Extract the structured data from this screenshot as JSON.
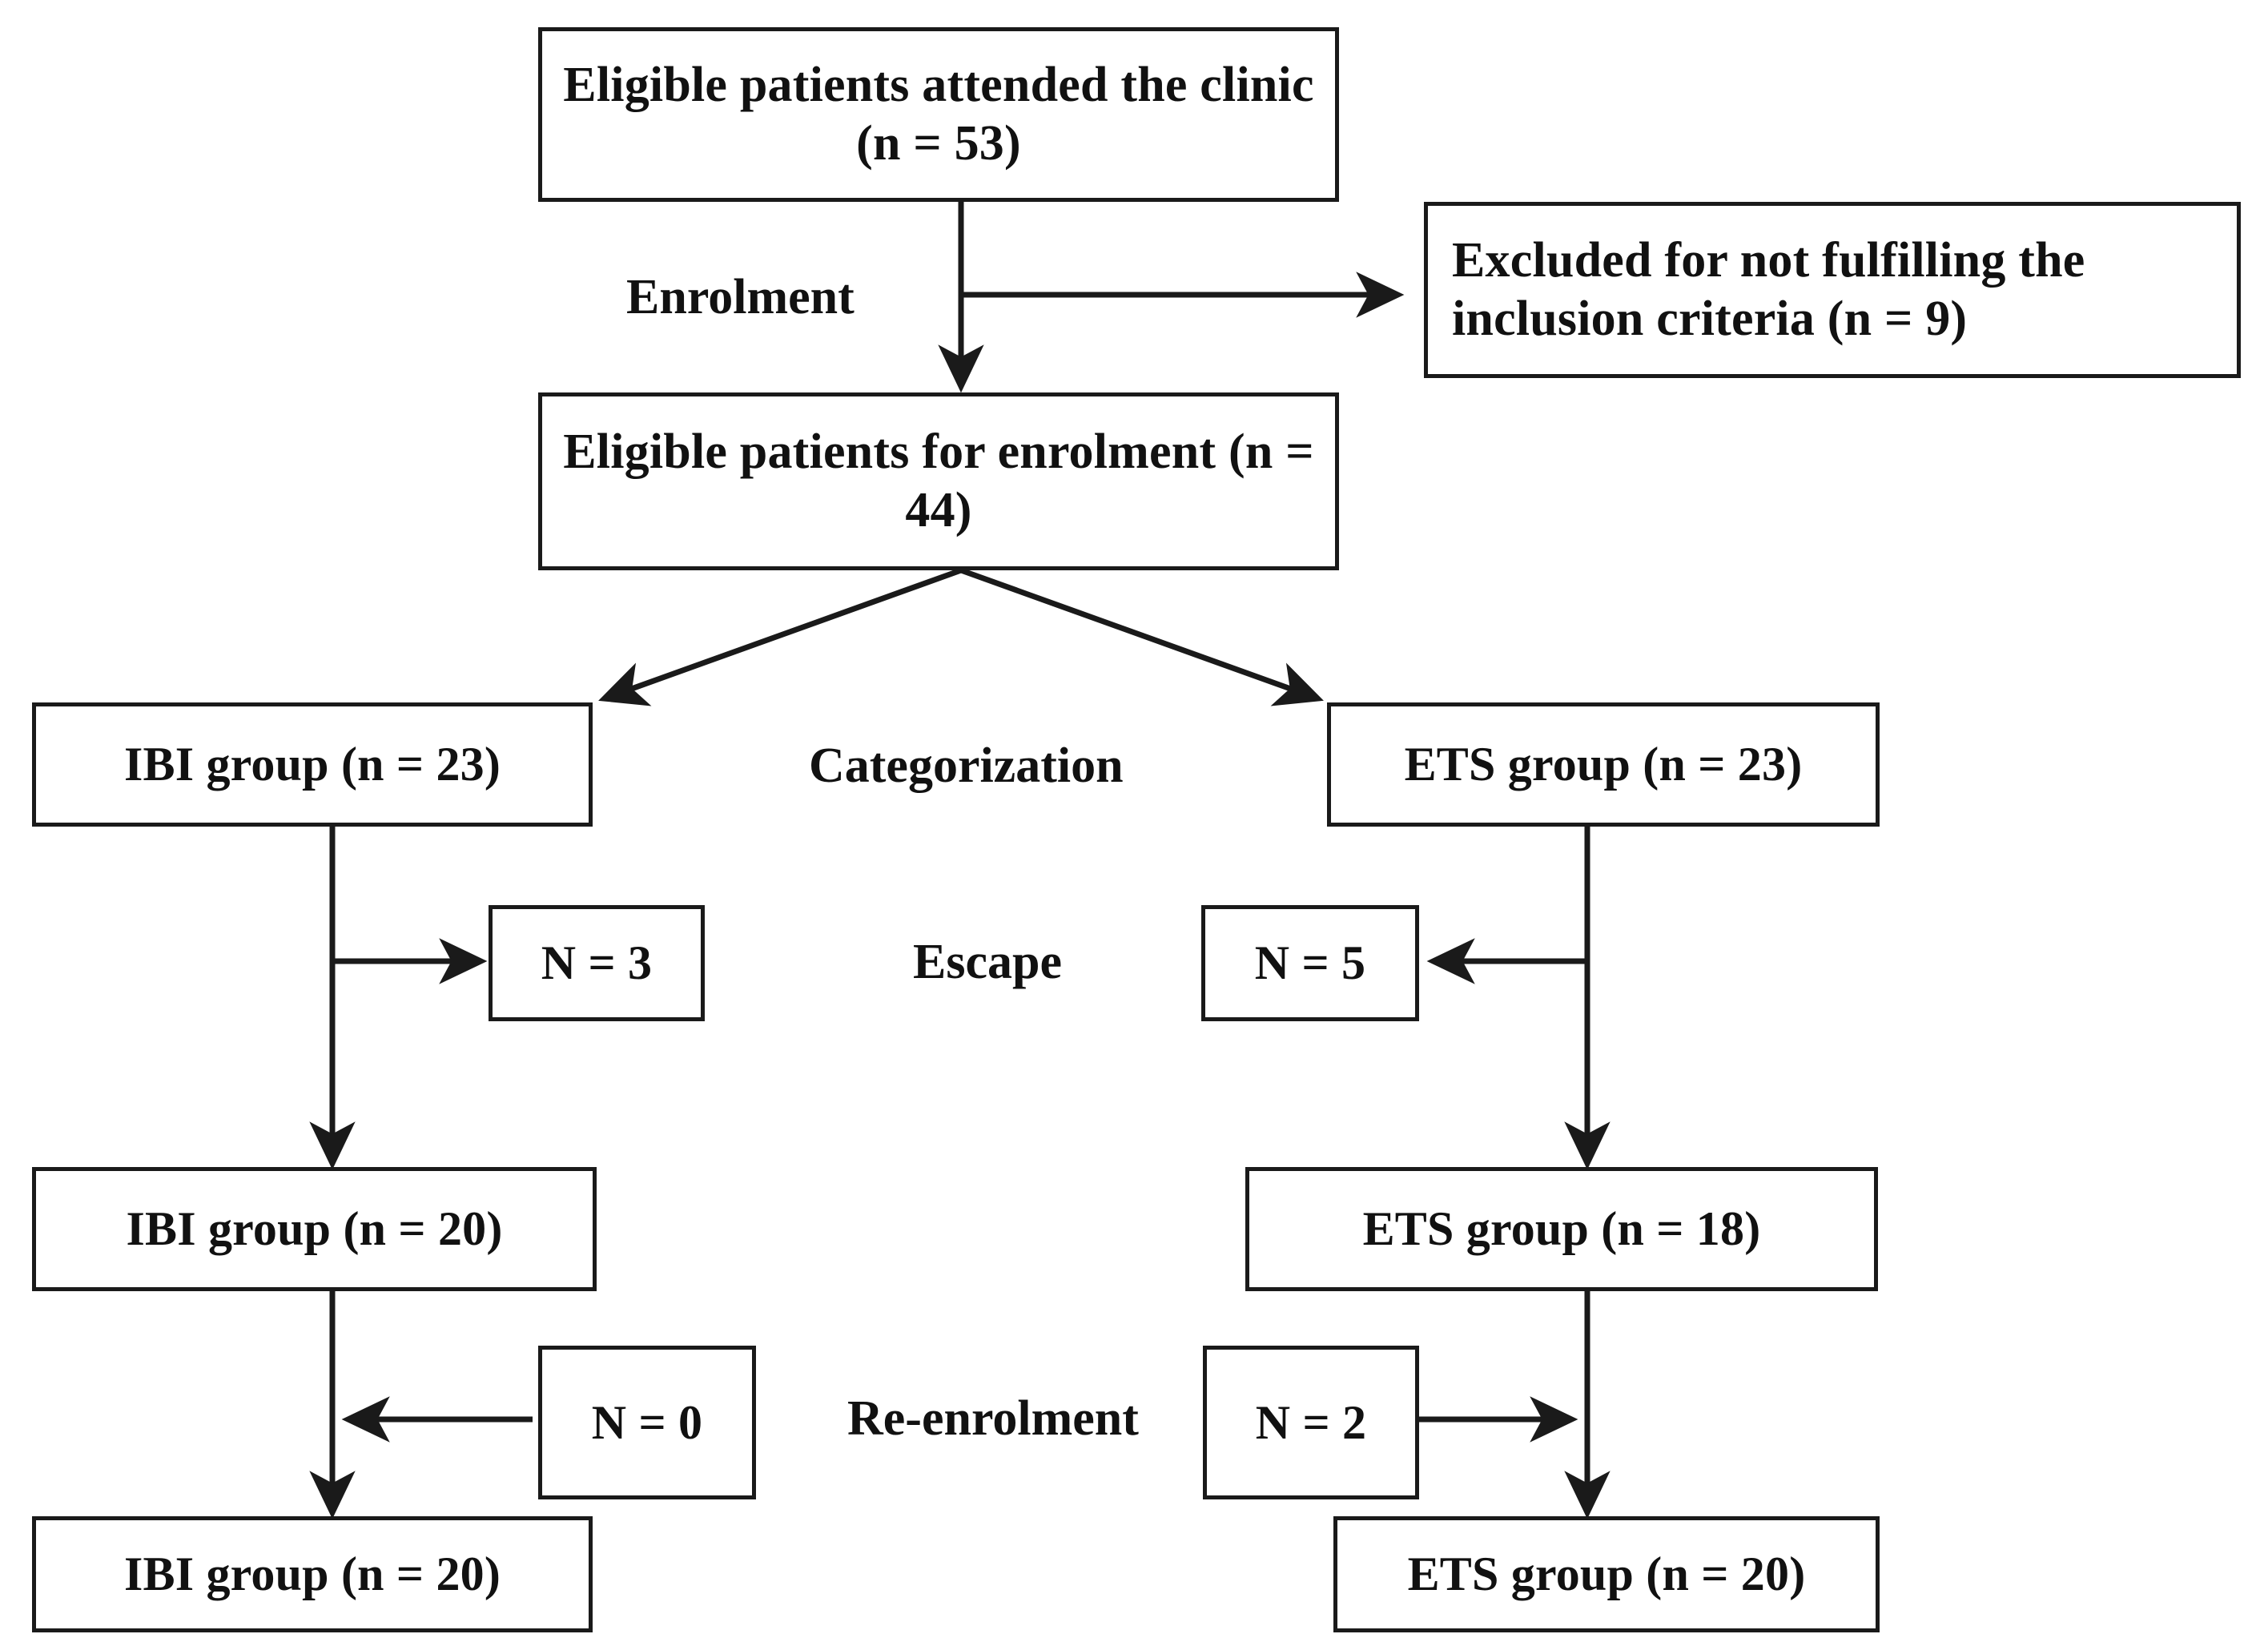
{
  "diagram": {
    "title_text": "CONSORT-style patient flow diagram",
    "stroke_color": "#1a1a1a",
    "text_color": "#111111",
    "background": "#ffffff"
  },
  "stage_labels": [
    {
      "id": "enrolment",
      "text": "Enrolment"
    },
    {
      "id": "categorization",
      "text": "Categorization"
    },
    {
      "id": "escape",
      "text": "Escape"
    },
    {
      "id": "reenrolment",
      "text": "Re-enrolment"
    }
  ],
  "boxes": {
    "eligible_attended": {
      "text": "Eligible patients attended the clinic (n = 53)"
    },
    "excluded": {
      "text": "Excluded for not fulfilling the inclusion criteria (n = 9)"
    },
    "eligible_enrolment": {
      "text": "Eligible patients for enrolment  (n = 44)"
    },
    "ibi_23": {
      "text": "IBI group (n = 23)"
    },
    "ets_23": {
      "text": "ETS group (n = 23)"
    },
    "escape_ibi": {
      "text": "N = 3"
    },
    "escape_ets": {
      "text": "N = 5"
    },
    "ibi_20_mid": {
      "text": "IBI group (n = 20)"
    },
    "ets_18": {
      "text": "ETS group (n = 18)"
    },
    "reenrol_ibi": {
      "text": "N = 0"
    },
    "reenrol_ets": {
      "text": "N = 2"
    },
    "ibi_20_final": {
      "text": "IBI group (n = 20)"
    },
    "ets_20_final": {
      "text": "ETS group (n = 20)"
    }
  },
  "counts": {
    "attended": 53,
    "excluded": 9,
    "eligible": 44,
    "ibi_initial": 23,
    "ets_initial": 23,
    "ibi_escape": 3,
    "ets_escape": 5,
    "ibi_after_escape": 20,
    "ets_after_escape": 18,
    "ibi_reenrolled": 0,
    "ets_reenrolled": 2,
    "ibi_final": 20,
    "ets_final": 20
  }
}
